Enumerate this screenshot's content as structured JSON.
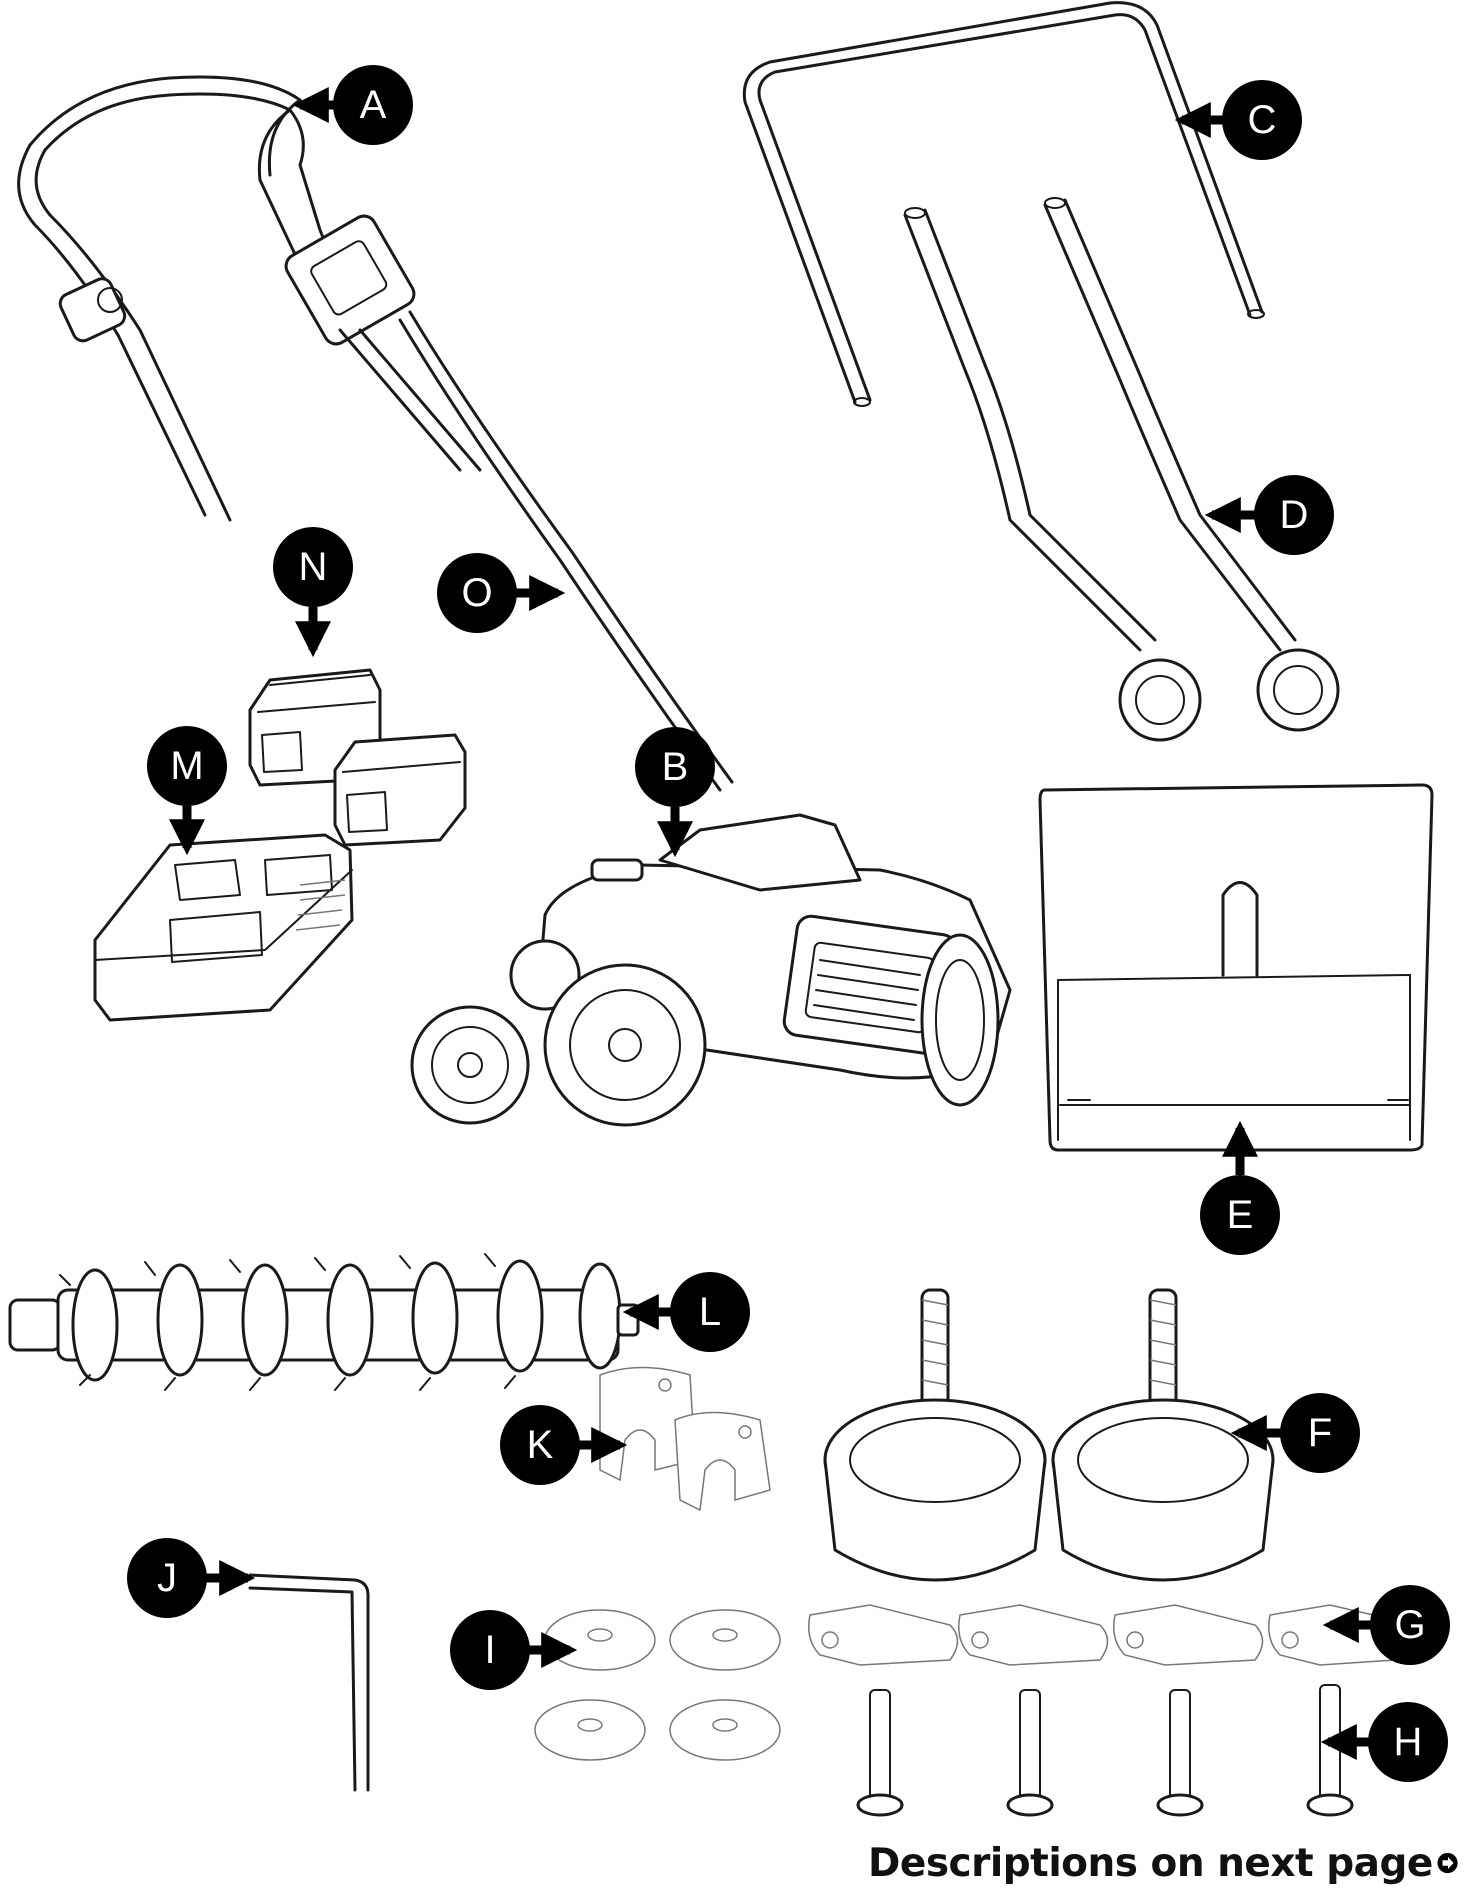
{
  "callouts": {
    "A": "A",
    "B": "B",
    "C": "C",
    "D": "D",
    "E": "E",
    "F": "F",
    "G": "G",
    "H": "H",
    "I": "I",
    "J": "J",
    "K": "K",
    "L": "L",
    "M": "M",
    "N": "N",
    "O": "O"
  },
  "footer": {
    "text": "Descriptions on next page",
    "icon": "arrow-right-circle-icon"
  }
}
